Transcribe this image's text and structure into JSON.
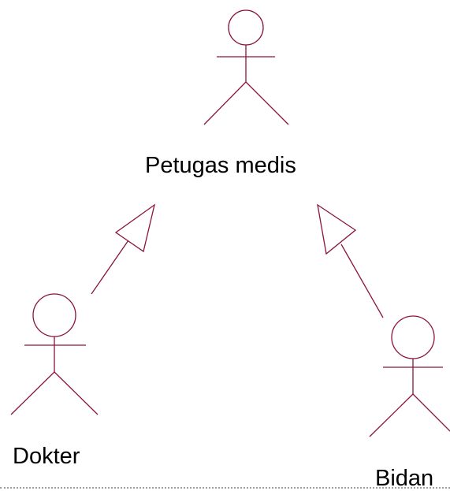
{
  "diagram": {
    "type": "use-case-actor-generalization",
    "line_color": "#8a1538",
    "actors": {
      "petugas": {
        "name": "Petugas medis"
      },
      "dokter": {
        "name": "Dokter"
      },
      "bidan": {
        "name": "Bidan"
      }
    },
    "generalizations": [
      {
        "from": "Dokter",
        "to": "Petugas medis"
      },
      {
        "from": "Bidan",
        "to": "Petugas medis"
      }
    ]
  }
}
